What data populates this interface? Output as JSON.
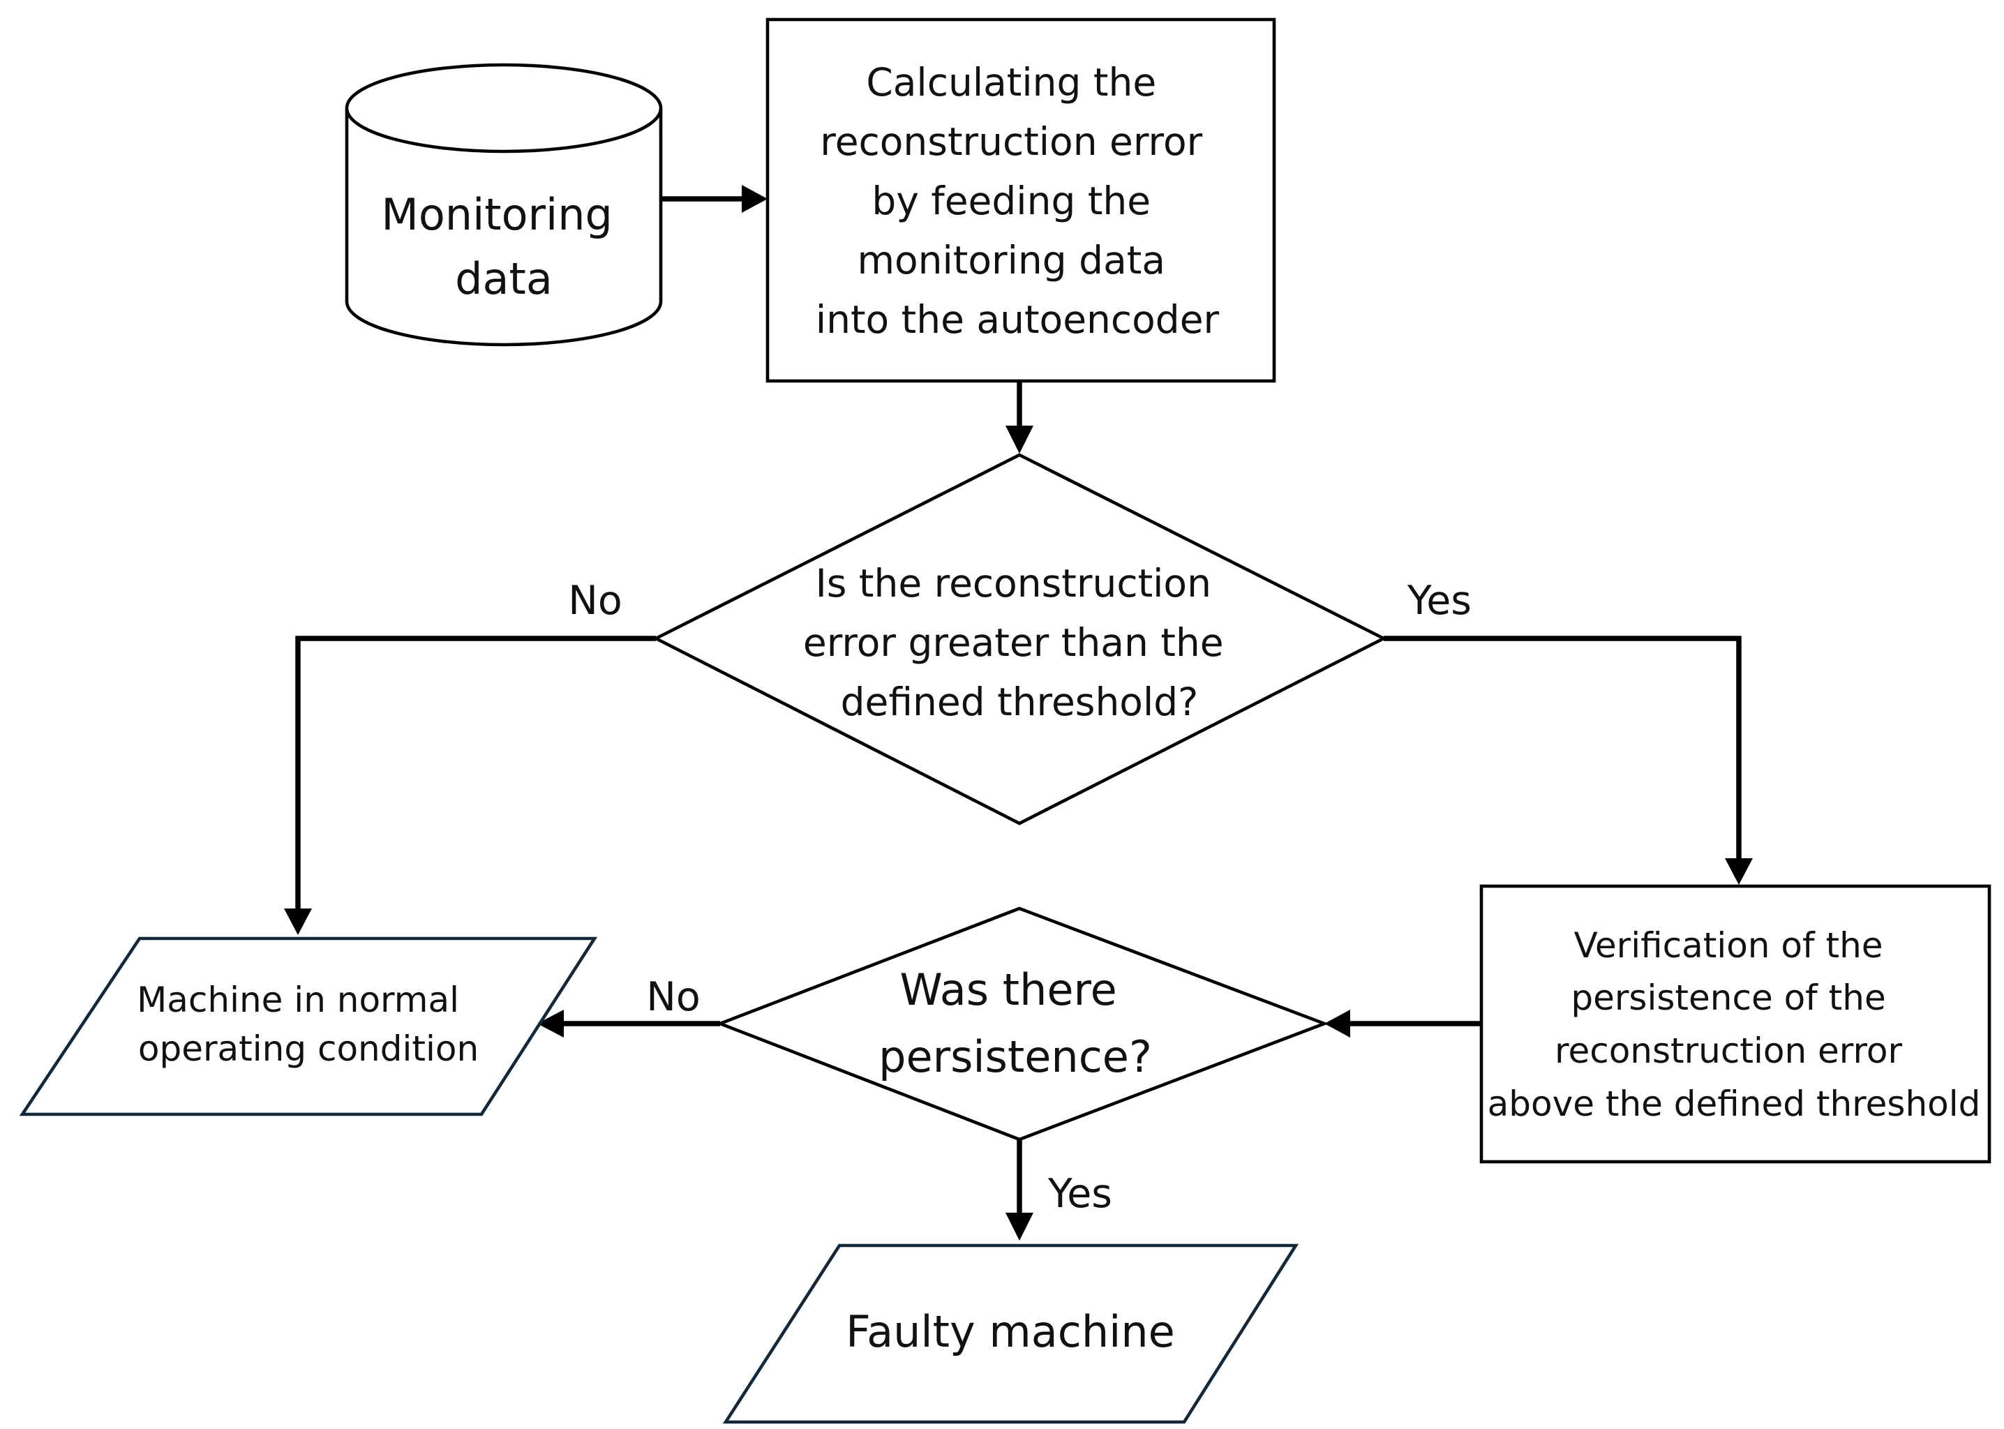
{
  "nodes": {
    "monitoring_data": {
      "lines": [
        "Monitoring",
        "data"
      ]
    },
    "calc_error": {
      "lines": [
        "Calculating the",
        "reconstruction error",
        "by feeding the",
        "monitoring data",
        "into the autoencoder"
      ]
    },
    "threshold_decision": {
      "lines": [
        "Is the reconstruction",
        "error greater than the",
        "defined threshold?"
      ]
    },
    "verification": {
      "lines": [
        "Verification of the",
        "persistence of the",
        "reconstruction error",
        "above the defined threshold"
      ]
    },
    "persistence_decision": {
      "lines": [
        "Was there",
        "persistence?"
      ]
    },
    "normal_output": {
      "lines": [
        "Machine in normal",
        "operating condition"
      ]
    },
    "faulty_output": {
      "lines": [
        "Faulty machine"
      ]
    }
  },
  "edge_labels": {
    "threshold_no": "No",
    "threshold_yes": "Yes",
    "persistence_no": "No",
    "persistence_yes": "Yes"
  }
}
